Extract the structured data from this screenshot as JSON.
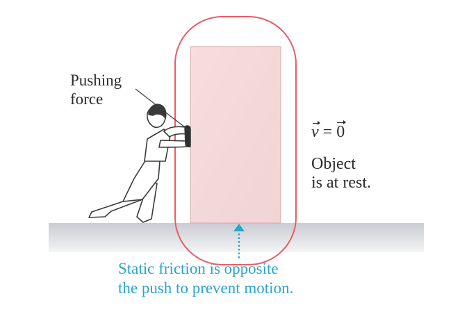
{
  "labels": {
    "pushing_force_line1": "Pushing",
    "pushing_force_line2": "force",
    "velocity_symbol": "v",
    "velocity_equals": " = ",
    "velocity_zero": "0",
    "object_rest_line1": "Object",
    "object_rest_line2": "is at rest.",
    "friction_line1": "Static friction is opposite",
    "friction_line2": "the push to prevent motion."
  },
  "colors": {
    "box_fill": "#f4d6d6",
    "box_edge": "#d8aeb0",
    "highlight_oval": "#e95b66",
    "ground": "#cfd2d6",
    "friction_arrow": "#2ba5c9",
    "text": "#2b2b2b",
    "friction_text": "#2ba5c9"
  },
  "icons": {
    "person": "person-pushing-icon",
    "friction_arrow": "friction-arrow-icon"
  }
}
